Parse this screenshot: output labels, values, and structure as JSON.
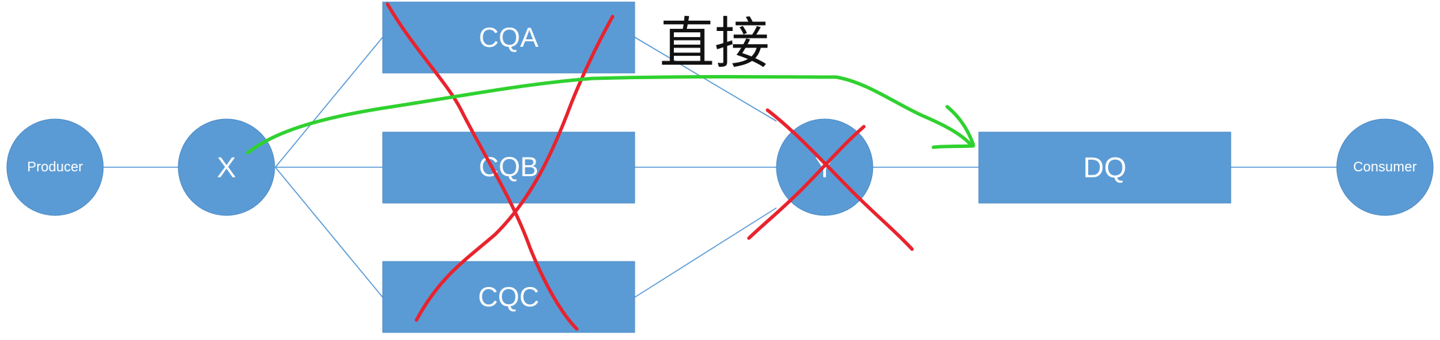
{
  "diagram": {
    "colors": {
      "node_fill": "#5b9bd5",
      "edge": "#5b9bd5",
      "label": "#ffffff",
      "red_mark": "#e8232e",
      "green_mark": "#2fd12f",
      "note": "#111111"
    },
    "nodes": {
      "producer": {
        "label": "Producer",
        "shape": "circle"
      },
      "x": {
        "label": "X",
        "shape": "circle"
      },
      "cqa": {
        "label": "CQA",
        "shape": "rect"
      },
      "cqb": {
        "label": "CQB",
        "shape": "rect"
      },
      "cqc": {
        "label": "CQC",
        "shape": "rect"
      },
      "y": {
        "label": "Y",
        "shape": "circle"
      },
      "dq": {
        "label": "DQ",
        "shape": "rect"
      },
      "consumer": {
        "label": "Consumer",
        "shape": "circle"
      }
    },
    "edges": [
      {
        "from": "producer",
        "to": "x"
      },
      {
        "from": "x",
        "to": "cqa"
      },
      {
        "from": "x",
        "to": "cqb"
      },
      {
        "from": "x",
        "to": "cqc"
      },
      {
        "from": "cqa",
        "to": "y"
      },
      {
        "from": "cqb",
        "to": "y"
      },
      {
        "from": "cqc",
        "to": "y"
      },
      {
        "from": "y",
        "to": "dq"
      },
      {
        "from": "dq",
        "to": "consumer"
      }
    ],
    "annotation": {
      "text": "直接",
      "crossed_out": [
        "cqa",
        "cqb",
        "cqc",
        "y"
      ],
      "shortcut": {
        "from": "x",
        "to": "dq"
      }
    }
  }
}
